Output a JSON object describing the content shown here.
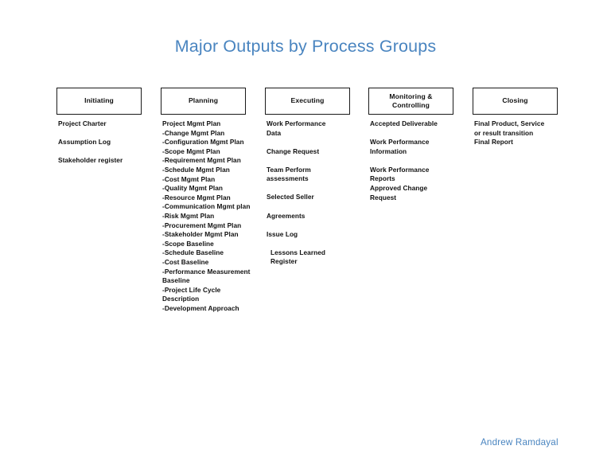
{
  "slide": {
    "title": "Major Outputs by Process Groups",
    "credit": "Andrew Ramdayal",
    "accent_color": "#4a85c0",
    "text_color": "#111111",
    "background_color": "#ffffff",
    "border_color": "#1a1a1a"
  },
  "columns": [
    {
      "header": "Initiating",
      "outputs": [
        "Project Charter",
        "Assumption Log",
        "Stakeholder register"
      ]
    },
    {
      "header": "Planning",
      "outputs": [
        "Project Mgmt Plan",
        "-Change Mgmt Plan",
        "-Configuration Mgmt Plan",
        "-Scope Mgmt Plan",
        "-Requirement Mgmt Plan",
        "-Schedule Mgmt Plan",
        "-Cost Mgmt Plan",
        "-Quality Mgmt Plan",
        "-Resource Mgmt Plan",
        "-Communication Mgmt plan",
        "-Risk Mgmt Plan",
        "-Procurement Mgmt Plan",
        "-Stakeholder Mgmt Plan",
        "-Scope Baseline",
        "-Schedule Baseline",
        "-Cost Baseline",
        "-Performance Measurement\nBaseline",
        "-Project Life Cycle\nDescription",
        "-Development Approach"
      ]
    },
    {
      "header": "Executing",
      "outputs": [
        "Work Performance\nData",
        "Change Request",
        "Team Perform\nassessments",
        "Selected Seller",
        "Agreements",
        "Issue Log",
        "Lessons Learned\nRegister"
      ]
    },
    {
      "header": "Monitoring &\nControlling",
      "outputs": [
        "Accepted Deliverable",
        "Work Performance\nInformation",
        "Work Performance\nReports",
        "Approved Change\nRequest"
      ]
    },
    {
      "header": "Closing",
      "outputs": [
        "Final Product, Service\nor result transition",
        "Final Report"
      ]
    }
  ]
}
